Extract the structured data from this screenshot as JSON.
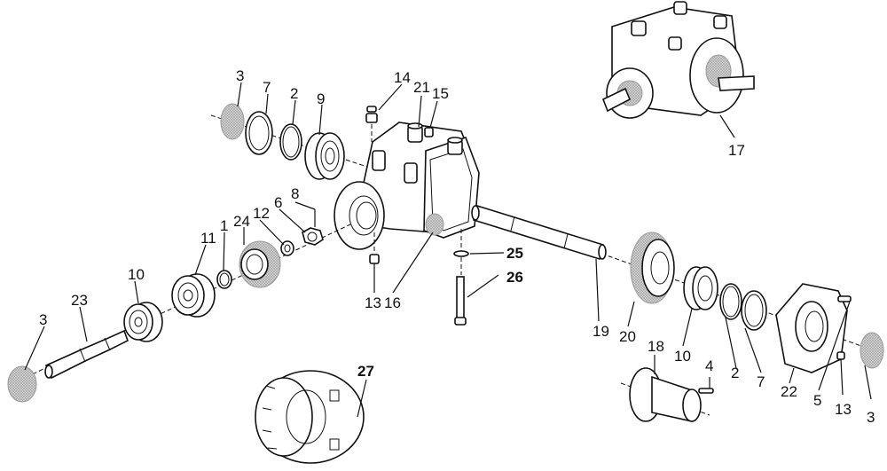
{
  "diagram": {
    "type": "exploded-parts-view",
    "subject": "right-angle gearbox",
    "callouts": [
      {
        "id": "c3a",
        "num": "3",
        "part": "cap"
      },
      {
        "id": "c7a",
        "num": "7",
        "part": "circlip"
      },
      {
        "id": "c2a",
        "num": "2",
        "part": "shim ring"
      },
      {
        "id": "c9",
        "num": "9",
        "part": "bearing"
      },
      {
        "id": "c14",
        "num": "14",
        "part": "vent plug"
      },
      {
        "id": "c21",
        "num": "21",
        "part": "housing boss"
      },
      {
        "id": "c15",
        "num": "15",
        "part": "plug"
      },
      {
        "id": "c8",
        "num": "8",
        "part": "cotter pin"
      },
      {
        "id": "c6",
        "num": "6",
        "part": "castle nut"
      },
      {
        "id": "c12",
        "num": "12",
        "part": "washer"
      },
      {
        "id": "c24",
        "num": "24",
        "part": "bevel gear"
      },
      {
        "id": "c1",
        "num": "1",
        "part": "shim ring"
      },
      {
        "id": "c11",
        "num": "11",
        "part": "bearing"
      },
      {
        "id": "c10a",
        "num": "10",
        "part": "bearing"
      },
      {
        "id": "c23",
        "num": "23",
        "part": "input shaft"
      },
      {
        "id": "c3b",
        "num": "3",
        "part": "cap"
      },
      {
        "id": "c13a",
        "num": "13",
        "part": "drain plug"
      },
      {
        "id": "c16",
        "num": "16",
        "part": "gearbox housing"
      },
      {
        "id": "c25",
        "num": "25",
        "part": "washer"
      },
      {
        "id": "c26",
        "num": "26",
        "part": "bolt"
      },
      {
        "id": "c19",
        "num": "19",
        "part": "output shaft"
      },
      {
        "id": "c20",
        "num": "20",
        "part": "bevel gear"
      },
      {
        "id": "c10b",
        "num": "10",
        "part": "bearing"
      },
      {
        "id": "c2b",
        "num": "2",
        "part": "shim ring"
      },
      {
        "id": "c7b",
        "num": "7",
        "part": "circlip"
      },
      {
        "id": "c22",
        "num": "22",
        "part": "cover plate"
      },
      {
        "id": "c5",
        "num": "5",
        "part": "screw"
      },
      {
        "id": "c13b",
        "num": "13",
        "part": "plug"
      },
      {
        "id": "c3c",
        "num": "3",
        "part": "cap"
      },
      {
        "id": "c18",
        "num": "18",
        "part": "hub"
      },
      {
        "id": "c4",
        "num": "4",
        "part": "screw"
      },
      {
        "id": "c17",
        "num": "17",
        "part": "complete gearbox assembly"
      },
      {
        "id": "c27",
        "num": "27",
        "part": "shield"
      }
    ]
  }
}
